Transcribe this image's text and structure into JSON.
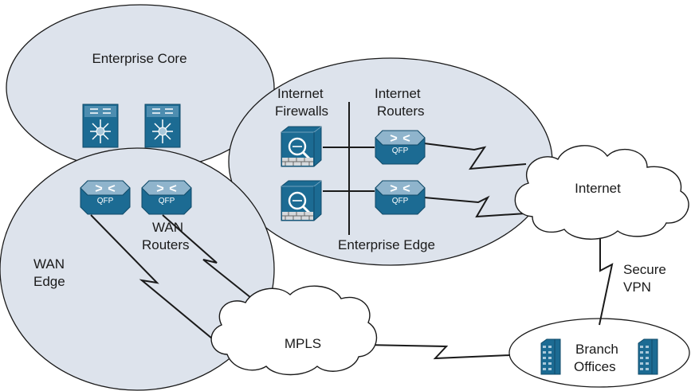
{
  "labels": {
    "enterprise_core": "Enterprise Core",
    "internet_firewalls_1": "Internet",
    "internet_firewalls_2": "Firewalls",
    "internet_routers_1": "Internet",
    "internet_routers_2": "Routers",
    "enterprise_edge": "Enterprise Edge",
    "wan_routers_1": "WAN",
    "wan_routers_2": "Routers",
    "wan_edge_1": "WAN",
    "wan_edge_2": "Edge",
    "internet_cloud": "Internet",
    "secure_vpn_1": "Secure",
    "secure_vpn_2": "VPN",
    "mpls_cloud": "MPLS",
    "branch_offices_1": "Branch",
    "branch_offices_2": "Offices"
  },
  "router_badge": "QFP",
  "icons": [
    "core-switch-icon",
    "firewall-icon",
    "router-icon",
    "cloud-icon",
    "building-icon"
  ],
  "colors": {
    "zone_fill": "#dde3ec",
    "device_blue": "#1c6b93",
    "device_light": "#8fb4cc",
    "outline": "#1a1a1a"
  }
}
